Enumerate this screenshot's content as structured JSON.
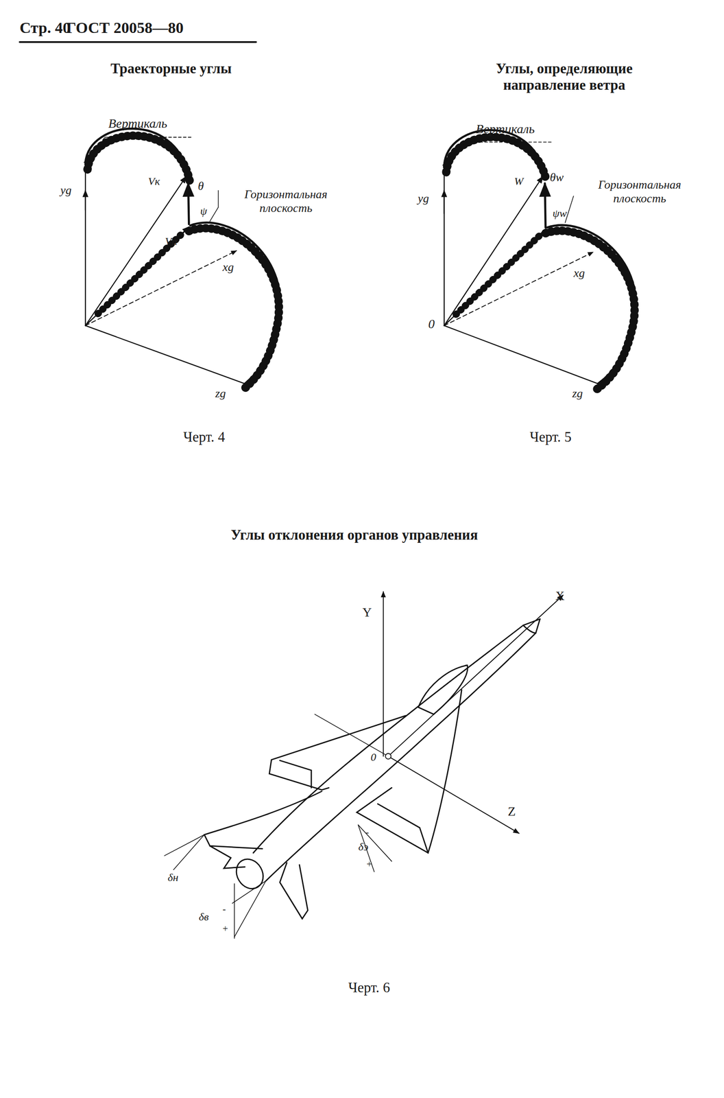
{
  "diagram": {
    "labels": [
      "Стр. 40",
      "ГОСТ 20058—80",
      "Траекторные углы",
      "Углы, определяющие направление ветра",
      "Вертикаль",
      "yg",
      "Vк",
      "θ",
      "Горизонтальная плоскость",
      "ψ",
      "Vп",
      "xg",
      "zg",
      "Черт. 4",
      "Вертикаль",
      "yg",
      "W",
      "θw",
      "Горизонтальная плоскость",
      "ψw",
      "xg",
      "0",
      "zg",
      "Черт. 5",
      "Углы отклонения органов управления",
      "Y",
      "X",
      "0",
      "Z",
      "δэ",
      "δн",
      "δв",
      "Черт. 6",
      "-",
      "+",
      "-",
      "+"
    ]
  }
}
